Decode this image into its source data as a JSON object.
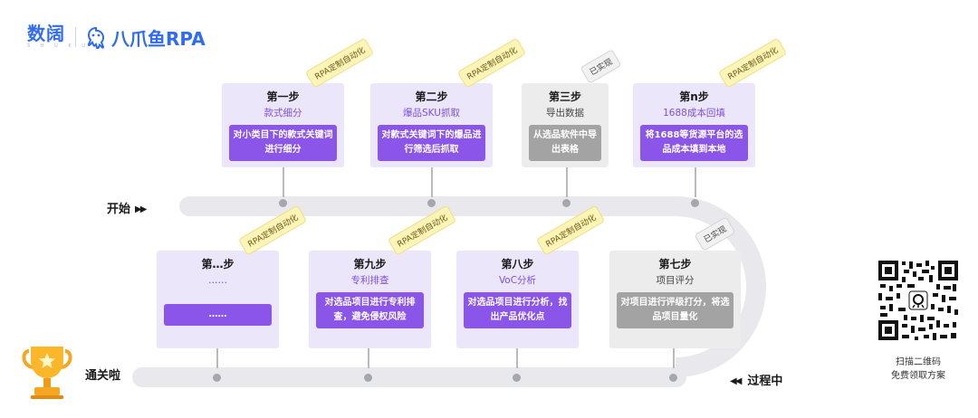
{
  "brand": {
    "logo1": "数阔",
    "logo1_sub": "S H U K U",
    "logo2": "八爪鱼RPA"
  },
  "track": {
    "start_label": "开始",
    "start_arrow": "▶▶",
    "end_label": "通关啦",
    "process_label": "过程中",
    "process_arrow": "◀◀"
  },
  "badges": {
    "rpa": "RPA定制自动化",
    "done": "已实现"
  },
  "steps_top": [
    {
      "title": "第一步",
      "subtitle": "款式细分",
      "desc": "对小类目下的款式关键词进行细分",
      "status": "rpa"
    },
    {
      "title": "第二步",
      "subtitle": "爆品SKU抓取",
      "desc": "对款式关键词下的爆品进行筛选后抓取",
      "status": "rpa"
    },
    {
      "title": "第三步",
      "subtitle": "导出数据",
      "desc": "从选品软件中导出表格",
      "status": "done"
    },
    {
      "title": "第n步",
      "subtitle": "1688成本回填",
      "desc": "将1688等货源平台的选品成本填到本地",
      "status": "rpa"
    }
  ],
  "steps_bottom": [
    {
      "title": "第…步",
      "subtitle": "……",
      "desc": "……",
      "status": "rpa"
    },
    {
      "title": "第九步",
      "subtitle": "专利排查",
      "desc": "对选品项目进行专利排查，避免侵权风险",
      "status": "rpa"
    },
    {
      "title": "第八步",
      "subtitle": "VoC分析",
      "desc": "对选品项目进行分析，找出产品优化点",
      "status": "rpa"
    },
    {
      "title": "第七步",
      "subtitle": "项目评分",
      "desc": "对项目进行评级打分，将选品项目量化",
      "status": "done"
    }
  ],
  "qr": {
    "line1": "扫描二维码",
    "line2": "免费领取方案"
  },
  "colors": {
    "accent_purple": "#8a55e8",
    "card_purple_bg": "#ece6fb",
    "card_gray_bg": "#ececec",
    "badge_yellow": "#fdf4b8",
    "brand_blue": "#2f6cf0",
    "track_gray": "#e8e8ed"
  },
  "icons": {
    "logo_mascot": "octopus-icon",
    "trophy": "trophy-icon",
    "qr": "qr-code"
  }
}
